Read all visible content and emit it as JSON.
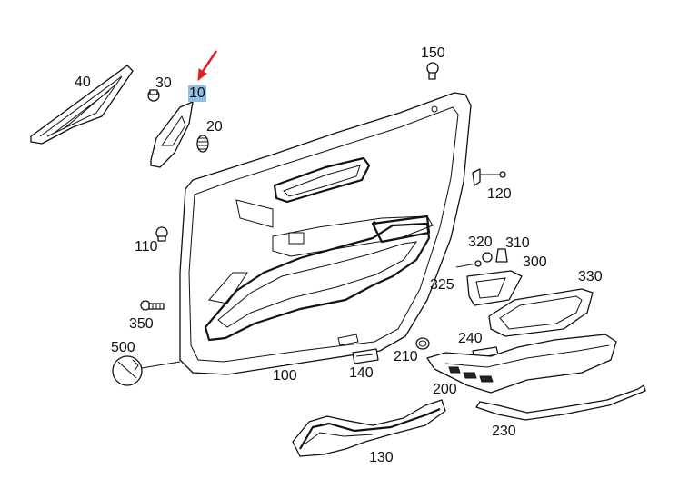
{
  "diagram": {
    "highlight_color": "#8fc1e6",
    "arrow_color": "#e02020",
    "callouts": [
      {
        "key": "c10",
        "label": "10",
        "highlighted": true
      },
      {
        "key": "c20",
        "label": "20"
      },
      {
        "key": "c30",
        "label": "30"
      },
      {
        "key": "c40",
        "label": "40"
      },
      {
        "key": "c100",
        "label": "100"
      },
      {
        "key": "c110",
        "label": "110"
      },
      {
        "key": "c120",
        "label": "120"
      },
      {
        "key": "c130",
        "label": "130"
      },
      {
        "key": "c140",
        "label": "140"
      },
      {
        "key": "c150",
        "label": "150"
      },
      {
        "key": "c200",
        "label": "200"
      },
      {
        "key": "c210",
        "label": "210"
      },
      {
        "key": "c230",
        "label": "230"
      },
      {
        "key": "c240",
        "label": "240"
      },
      {
        "key": "c300",
        "label": "300"
      },
      {
        "key": "c310",
        "label": "310"
      },
      {
        "key": "c320",
        "label": "320"
      },
      {
        "key": "c325",
        "label": "325"
      },
      {
        "key": "c330",
        "label": "330"
      },
      {
        "key": "c350",
        "label": "350"
      },
      {
        "key": "c500",
        "label": "500"
      }
    ]
  }
}
